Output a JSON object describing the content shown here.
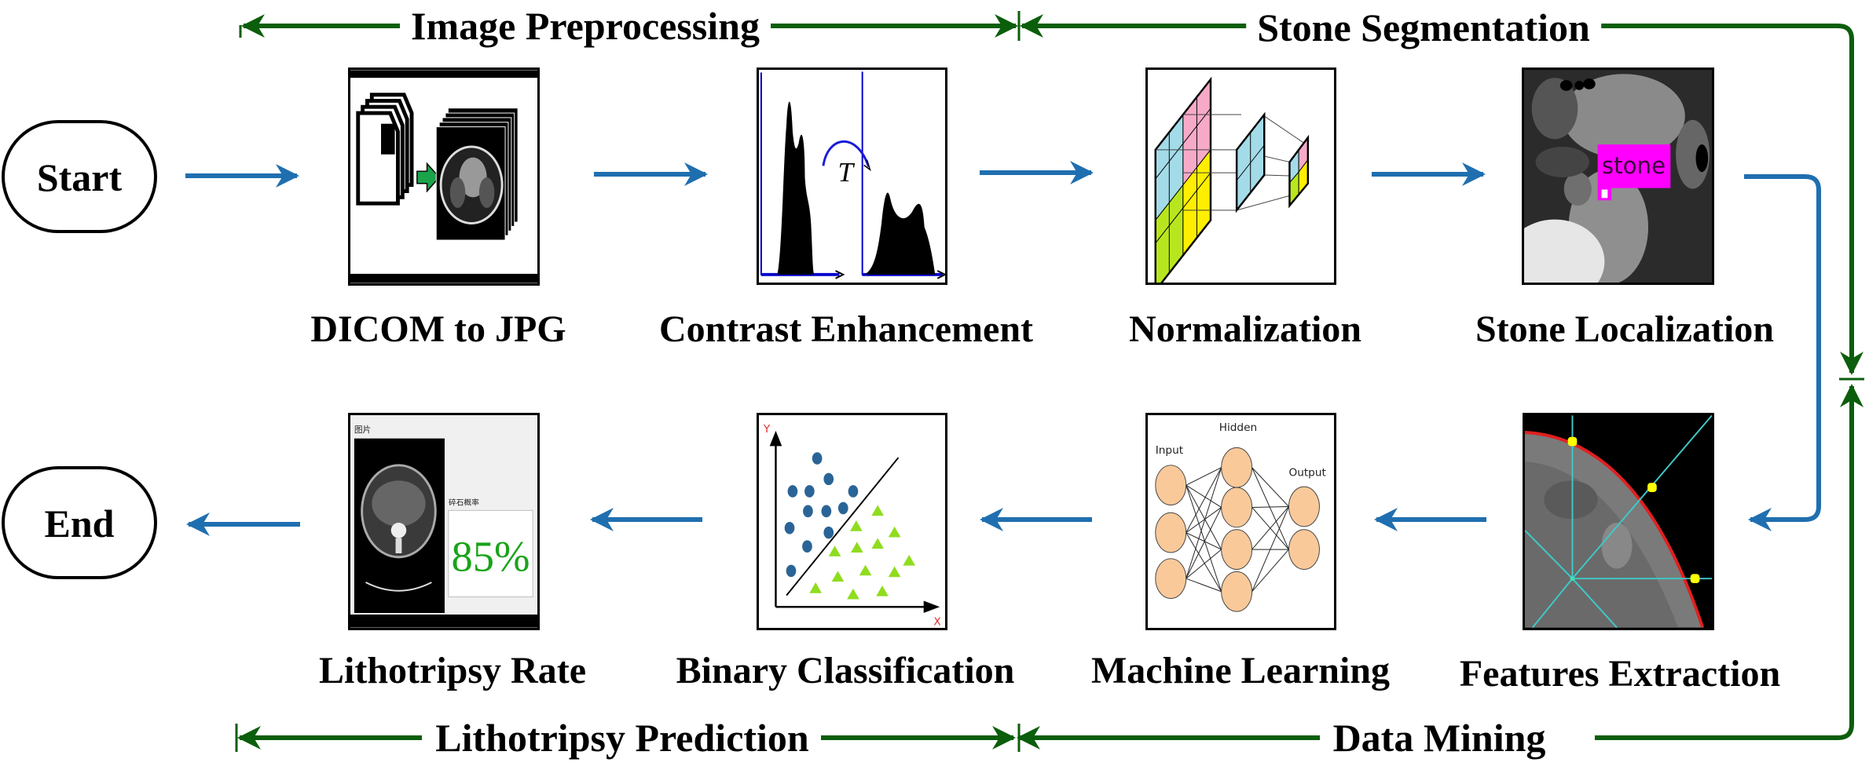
{
  "phases": {
    "top_left": "Image Preprocessing",
    "top_right": "Stone Segmentation",
    "bottom_left": "Lithotripsy Prediction",
    "bottom_right": "Data Mining"
  },
  "terminals": {
    "start": "Start",
    "end": "End"
  },
  "steps": [
    {
      "id": "dicom",
      "label": "DICOM to JPG"
    },
    {
      "id": "contrast",
      "label": "Contrast Enhancement",
      "symbol": "T"
    },
    {
      "id": "normalization",
      "label": "Normalization"
    },
    {
      "id": "localization",
      "label": "Stone Localization",
      "tag": "stone"
    },
    {
      "id": "features",
      "label": "Features Extraction"
    },
    {
      "id": "ml",
      "label": "Machine Learning",
      "layers": [
        "Input",
        "Hidden",
        "Output"
      ],
      "layer_sizes": [
        3,
        4,
        2
      ]
    },
    {
      "id": "classification",
      "label": "Binary Classification",
      "axis_x": "X",
      "axis_y": "Y",
      "class_a_count": 12,
      "class_b_count": 14
    },
    {
      "id": "rate",
      "label": "Lithotripsy Rate",
      "window_title": "图片",
      "result_label": "碎石概率",
      "result_value": "85%"
    }
  ],
  "colors": {
    "flow_arrow": "#1f6fb0",
    "phase_line": "#0b5e0b",
    "stone_tag": "#ff00ff",
    "result_text": "#1aa31a",
    "nn_node": "#f9c99a",
    "class_a": "#2a6496",
    "class_b": "#8fdc1e"
  }
}
